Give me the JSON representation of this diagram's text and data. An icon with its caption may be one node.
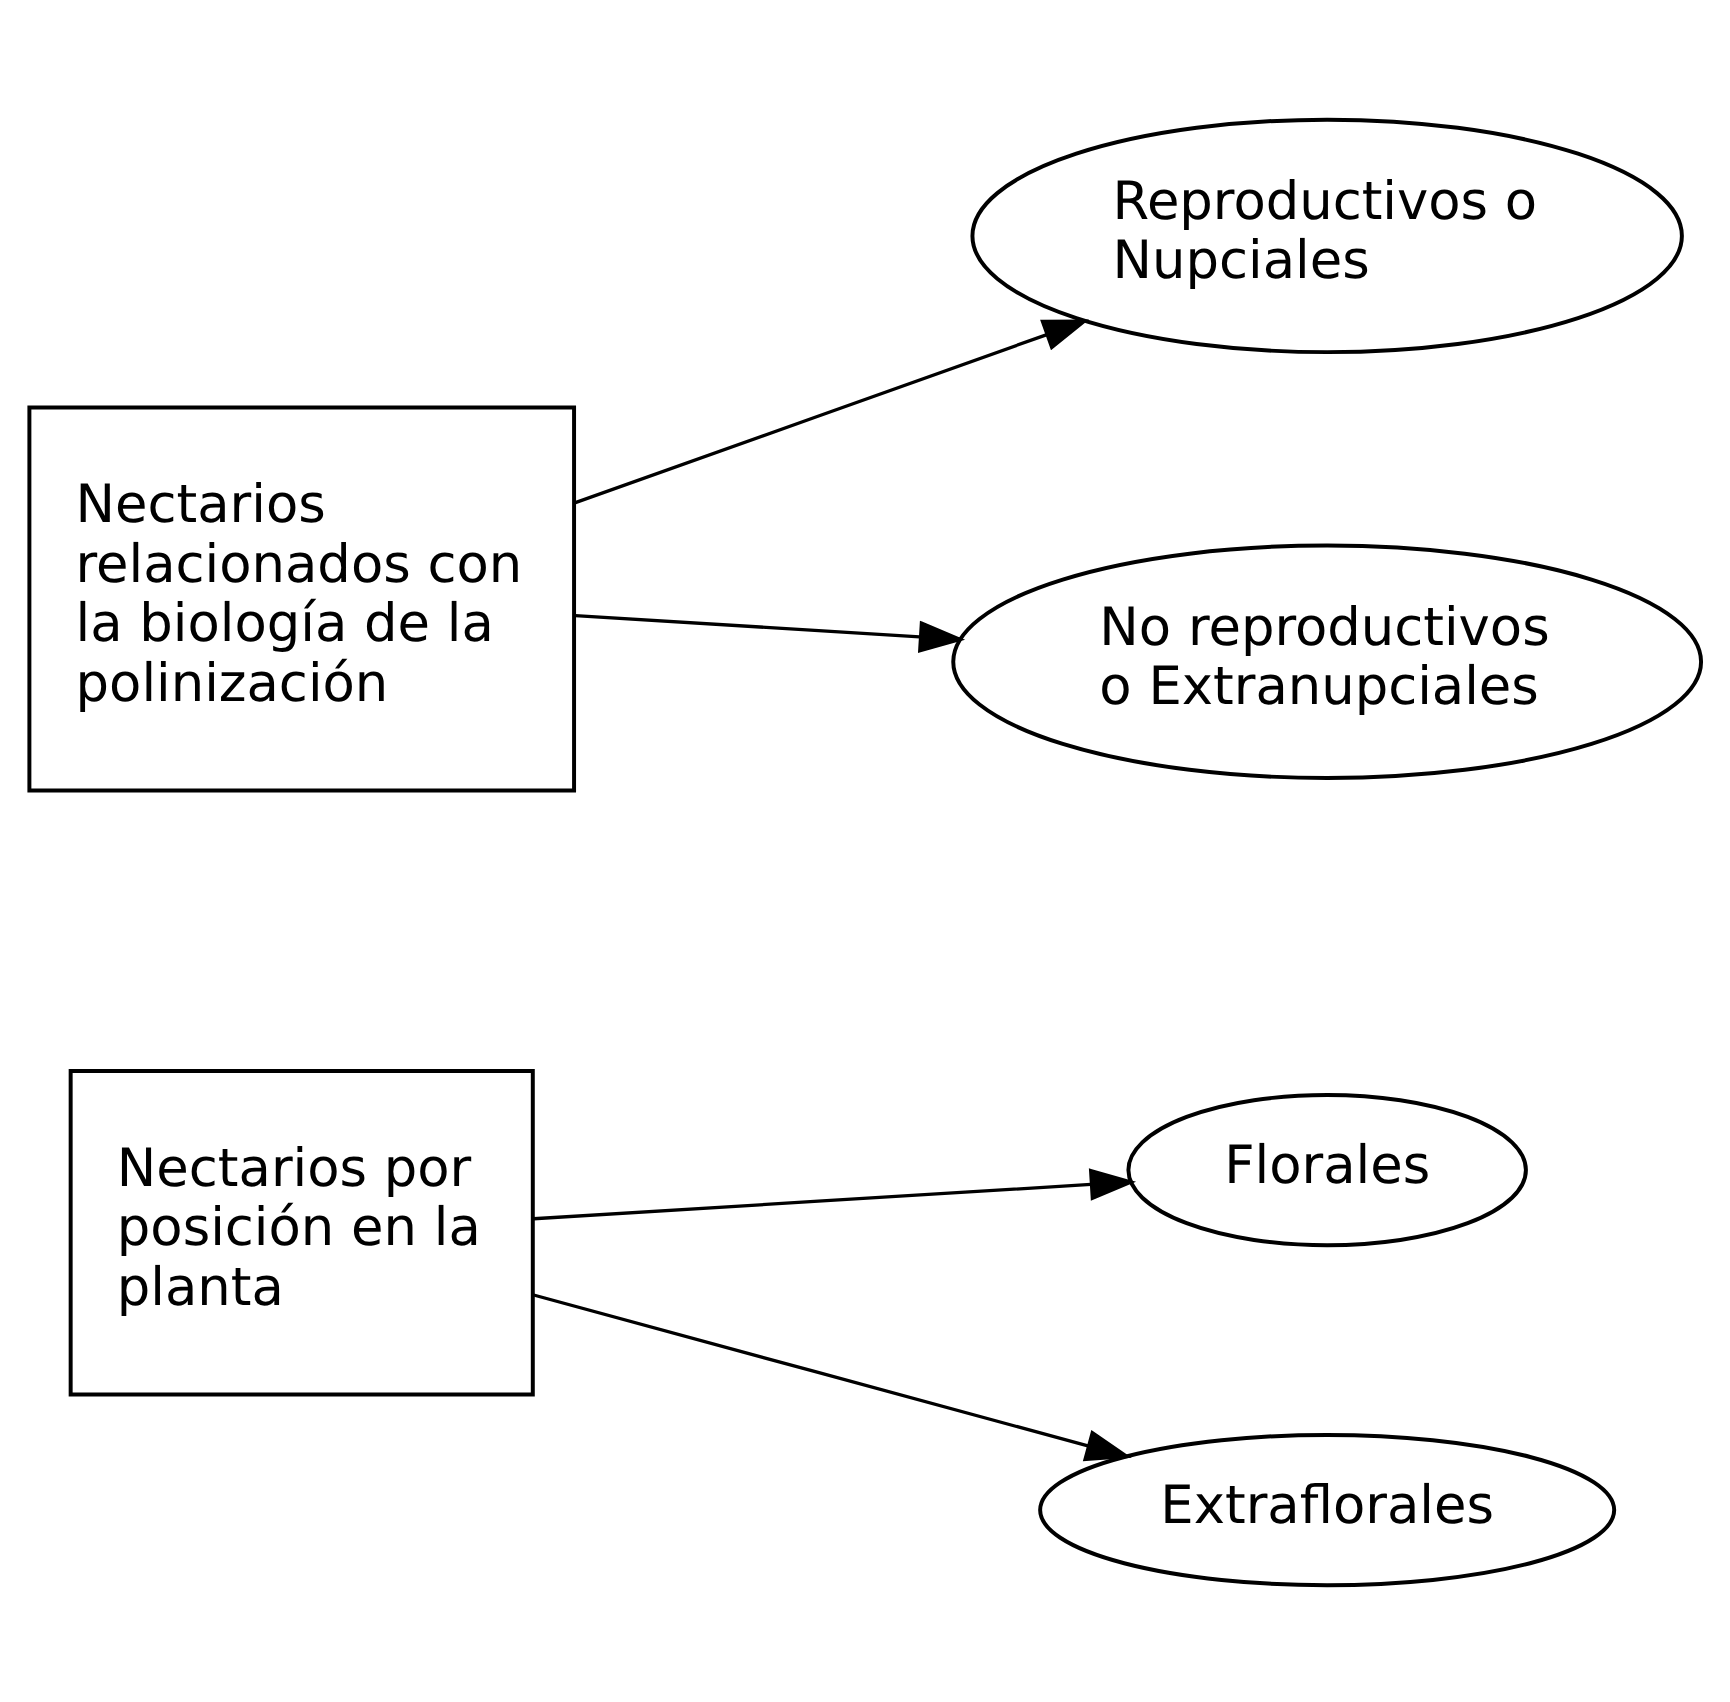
{
  "diagram": {
    "nodes": [
      {
        "text": [
          "Nectarios por posición en la planta"
        ]
      },
      {
        "text": [
          "Florales"
        ]
      },
      {
        "text": [
          "Extraflorales"
        ]
      },
      {
        "text": [
          "Nectarios relacionados con la biología de la polinización"
        ]
      },
      {
        "text": [
          "Reproductivos o Nupciales"
        ]
      },
      {
        "text": [
          "No reproductivos o Extranupciales"
        ]
      }
    ],
    "edges": [
      {
        "from": 0,
        "to": 1,
        "arrow": "to"
      },
      {
        "from": 0,
        "to": 2,
        "arrow": "to"
      },
      {
        "from": 3,
        "to": 4,
        "arrow": "to"
      },
      {
        "from": 3,
        "to": 5,
        "arrow": "to"
      }
    ]
  }
}
